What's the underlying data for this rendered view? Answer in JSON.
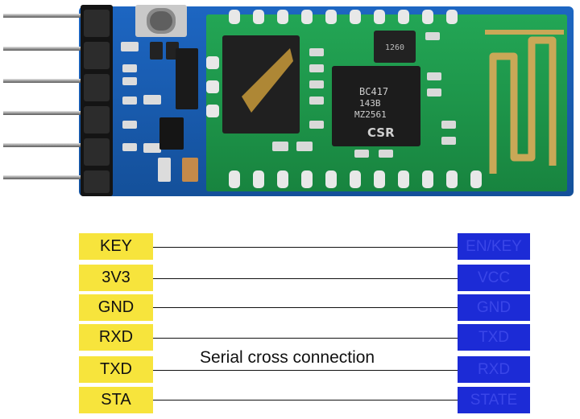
{
  "board": {
    "main_chip_text": [
      "BC417",
      "143B",
      "MZ2561"
    ],
    "logo_text": "CSR",
    "small_chip_text": "1260",
    "pcb_color": "#1a5fb4",
    "module_color": "#1e9a4c"
  },
  "pins": {
    "left": [
      "KEY",
      "3V3",
      "GND",
      "RXD",
      "TXD",
      "STA"
    ],
    "right": [
      "EN/KEY",
      "VCC",
      "GND",
      "TXD",
      "RXD",
      "STATE"
    ]
  },
  "caption": "Serial cross connection",
  "colors": {
    "left_box": "#f7e43c",
    "right_box": "#1c2bd6",
    "right_text": "#3a46e8"
  }
}
